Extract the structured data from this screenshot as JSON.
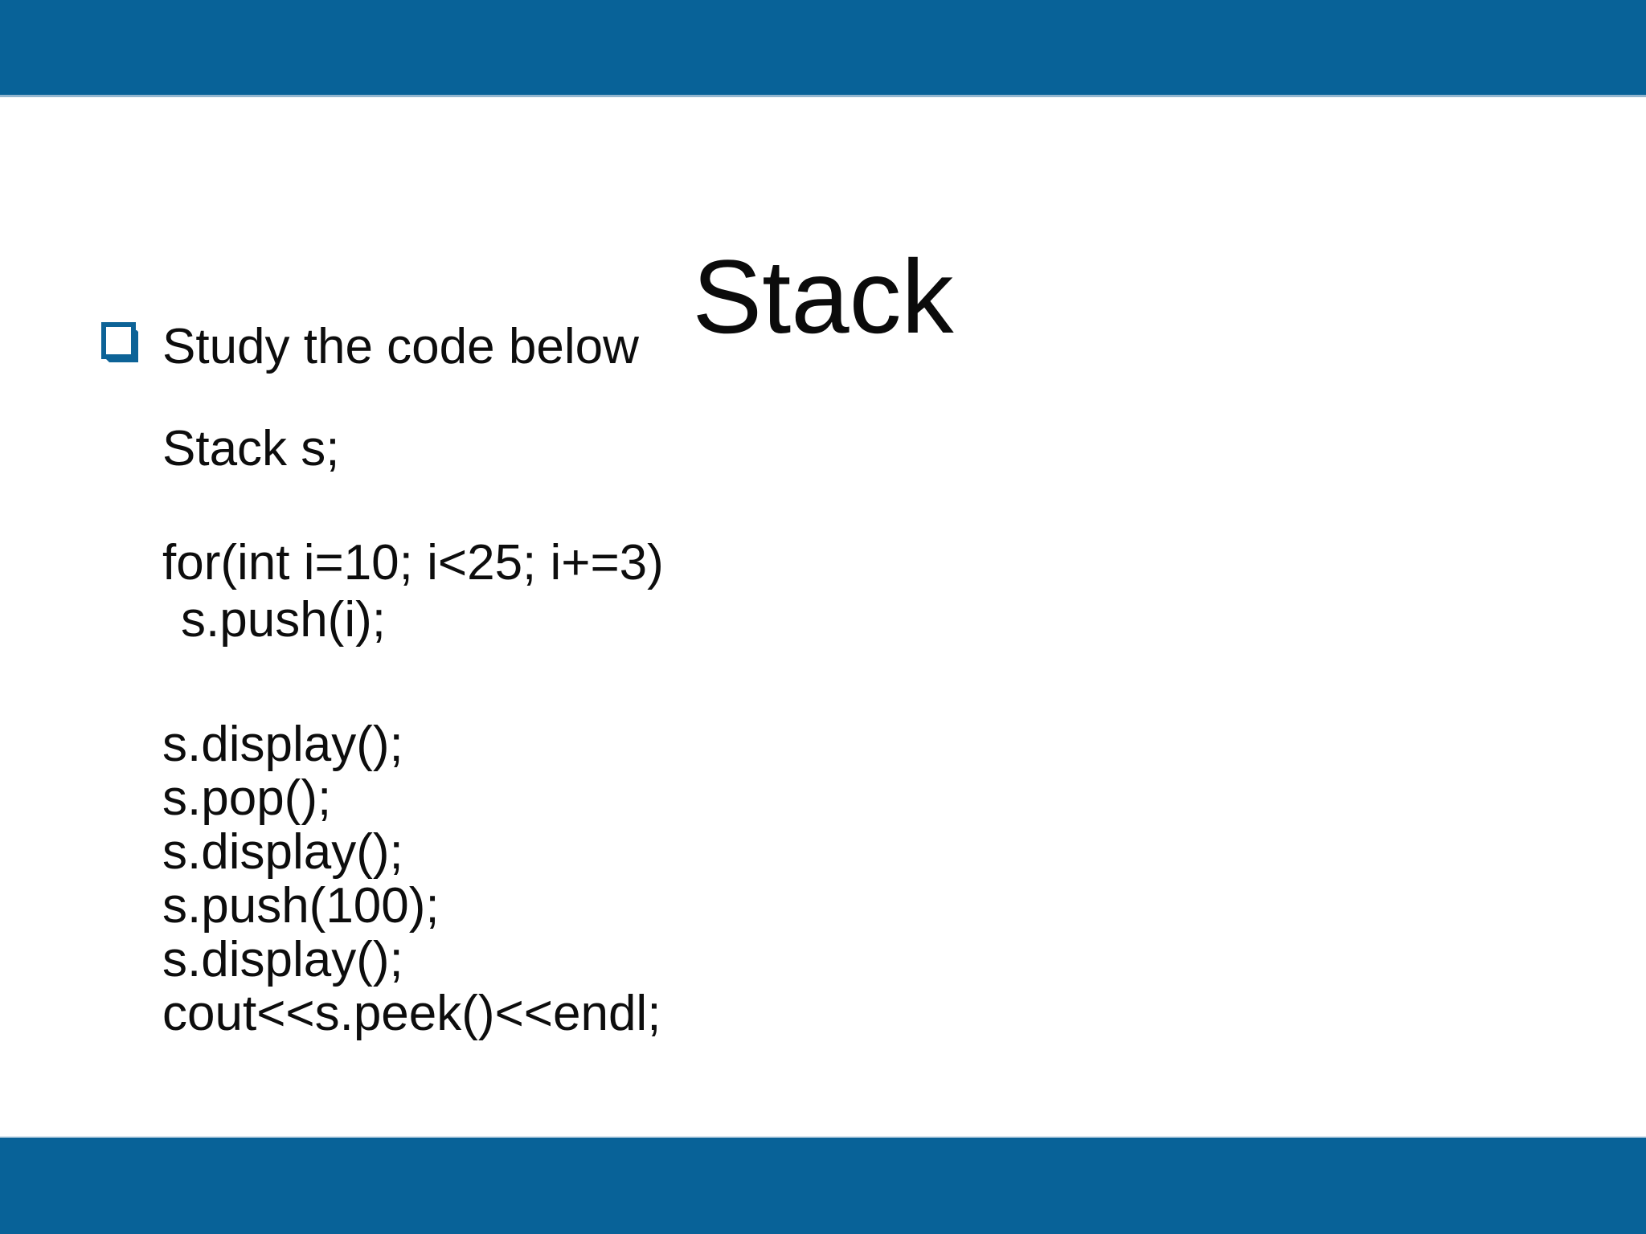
{
  "slide": {
    "title": "Stack",
    "bullet_text": "Study the code below",
    "accent_color": "#086298",
    "text_color": "#0d0d0d",
    "background_color": "#ffffff",
    "bullet_icon": "shadowed-open-square"
  },
  "code": {
    "lines": [
      "Stack s;",
      "for(int i=10; i<25; i+=3)",
      "s.push(i);",
      "s.display();",
      "s.pop();",
      "s.display();",
      "s.push(100);",
      "s.display();",
      "cout<<s.peek()<<endl;"
    ]
  }
}
